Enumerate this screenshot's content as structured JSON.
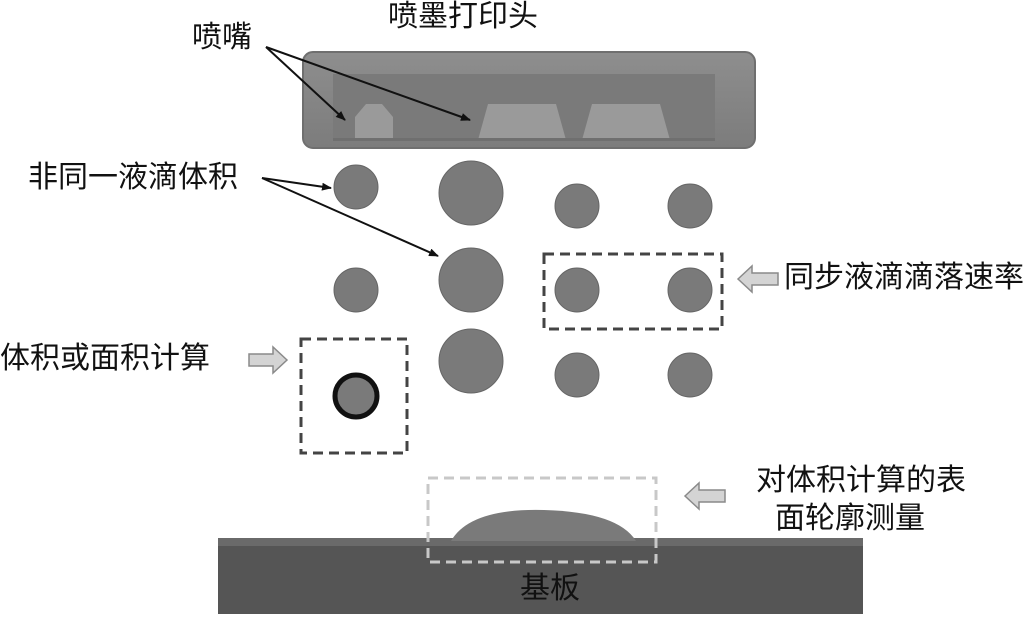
{
  "labels": {
    "print_head": "喷墨打印头",
    "nozzle": "喷嘴",
    "nonuniform_volume": "非同一液滴体积",
    "sync_velocity": "同步液滴滴落速率",
    "volume_calc": "体积或面积计算",
    "profile_line1": "对体积计算的表",
    "profile_line2": "面轮廓测量",
    "substrate": "基板"
  },
  "colors": {
    "droplet": "#7a7a7a",
    "print_head": "#858585",
    "substrate": "#555555",
    "dashed_box": "#444444",
    "measure_box": "#c8c8c8",
    "hint_arrow": "#cfcfcf"
  }
}
